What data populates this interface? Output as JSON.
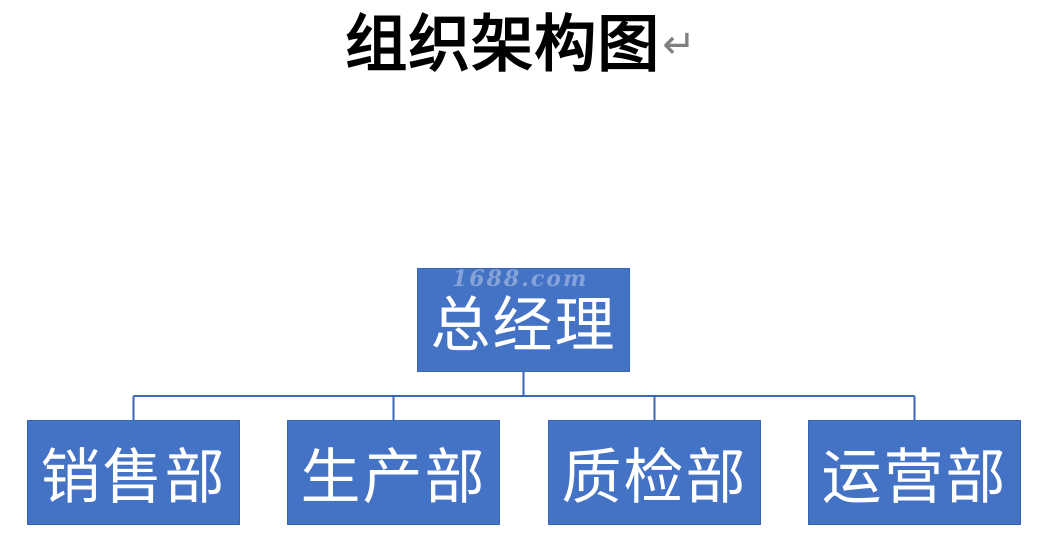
{
  "title": "组织架构图",
  "paragraph_mark": "↵",
  "watermark": "1688.com",
  "colors": {
    "box_fill": "#4472c4",
    "line": "#3a66b8",
    "text": "#ffffff"
  },
  "org": {
    "root": {
      "label": "总经理"
    },
    "children": [
      {
        "label": "销售部"
      },
      {
        "label": "生产部"
      },
      {
        "label": "质检部"
      },
      {
        "label": "运营部"
      }
    ]
  }
}
